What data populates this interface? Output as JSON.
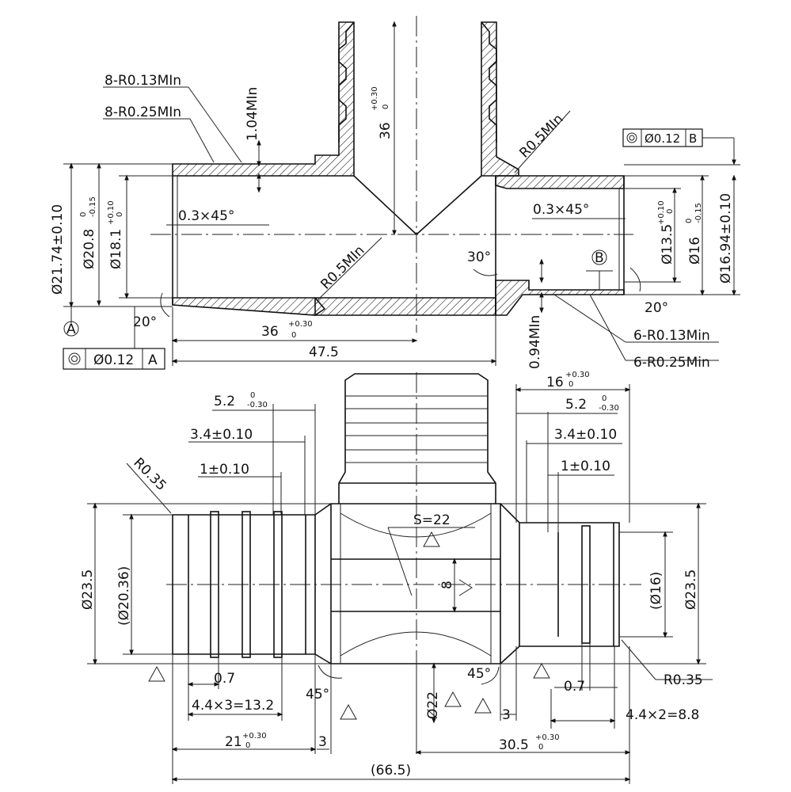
{
  "top_view": {
    "note_r013_left": "8-R0.13MIn",
    "note_r025_left": "8-R0.25MIn",
    "dim_wall_top": "1.04MIn",
    "dim_branch_len": "36",
    "dim_branch_tol": "+0.30",
    "dim_branch_tol0": "0",
    "note_r05_right": "R0.5MIn",
    "note_r05_inner": "R0.5MIn",
    "chamfer_left": "0.3×45°",
    "chamfer_right": "0.3×45°",
    "dim_od_left": "Ø21.74±0.10",
    "dim_od2_left": "Ø20.8",
    "dim_od2_left_tol": "-0.15",
    "dim_od2_left_tol0": "0",
    "dim_id_left": "Ø18.1",
    "dim_id_left_tol": "+0.10",
    "dim_id_left_tol0": "0",
    "angle_30": "30°",
    "angle_20_left": "20°",
    "angle_20_right": "20°",
    "datum_a": "A",
    "datum_b": "B",
    "dim_36_bottom": "36",
    "dim_36_bottom_tol": "+0.30",
    "dim_36_bottom_tol0": "0",
    "dim_475": "47.5",
    "dim_wall_bottom": "0.94MIn",
    "note_r013_right": "6-R0.13Min",
    "note_r025_right": "6-R0.25Min",
    "dim_id_right": "Ø13.5",
    "dim_id_right_tol": "+0.10",
    "dim_id_right_tol0": "0",
    "dim_od2_right": "Ø16",
    "dim_od2_right_tol": "-0.15",
    "dim_od2_right_tol0": "0",
    "dim_od_right": "Ø16.94±0.10",
    "fcf_top_value": "Ø0.12",
    "fcf_top_datum": "B",
    "fcf_bottom_value": "Ø0.12",
    "fcf_bottom_datum": "A"
  },
  "bottom_view": {
    "dim_52_left": "5.2",
    "dim_52_left_tol": "-0.30",
    "dim_52_left_tol0": "0",
    "dim_34_left": "3.4±0.10",
    "dim_1_left": "1±0.10",
    "note_r035_left": "R0.35",
    "dim_235_left": "Ø23.5",
    "dim_2036": "(Ø20.36)",
    "dim_s22": "S=22",
    "dim_8": "8",
    "dim_16_top": "16",
    "dim_16_top_tol": "+0.30",
    "dim_16_top_tol0": "0",
    "dim_52_right": "5.2",
    "dim_52_right_tol": "-0.30",
    "dim_52_right_tol0": "0",
    "dim_34_right": "3.4±0.10",
    "dim_1_right": "1±0.10",
    "dim_16_paren": "(Ø16)",
    "dim_235_right": "Ø23.5",
    "note_r035_right": "R0.35",
    "dim_07_left": "0.7",
    "dim_132": "4.4×3=13.2",
    "angle_45_left": "45°",
    "angle_45_right": "45°",
    "dim_22": "Ø22",
    "dim_3_right": "3",
    "dim_07_right": "0.7",
    "dim_88": "4.4×2=8.8",
    "dim_21": "21",
    "dim_21_tol": "+0.30",
    "dim_21_tol0": "0",
    "dim_3_left": "3",
    "dim_305": "30.5",
    "dim_305_tol": "+0.30",
    "dim_305_tol0": "0",
    "dim_665": "(66.5)"
  }
}
